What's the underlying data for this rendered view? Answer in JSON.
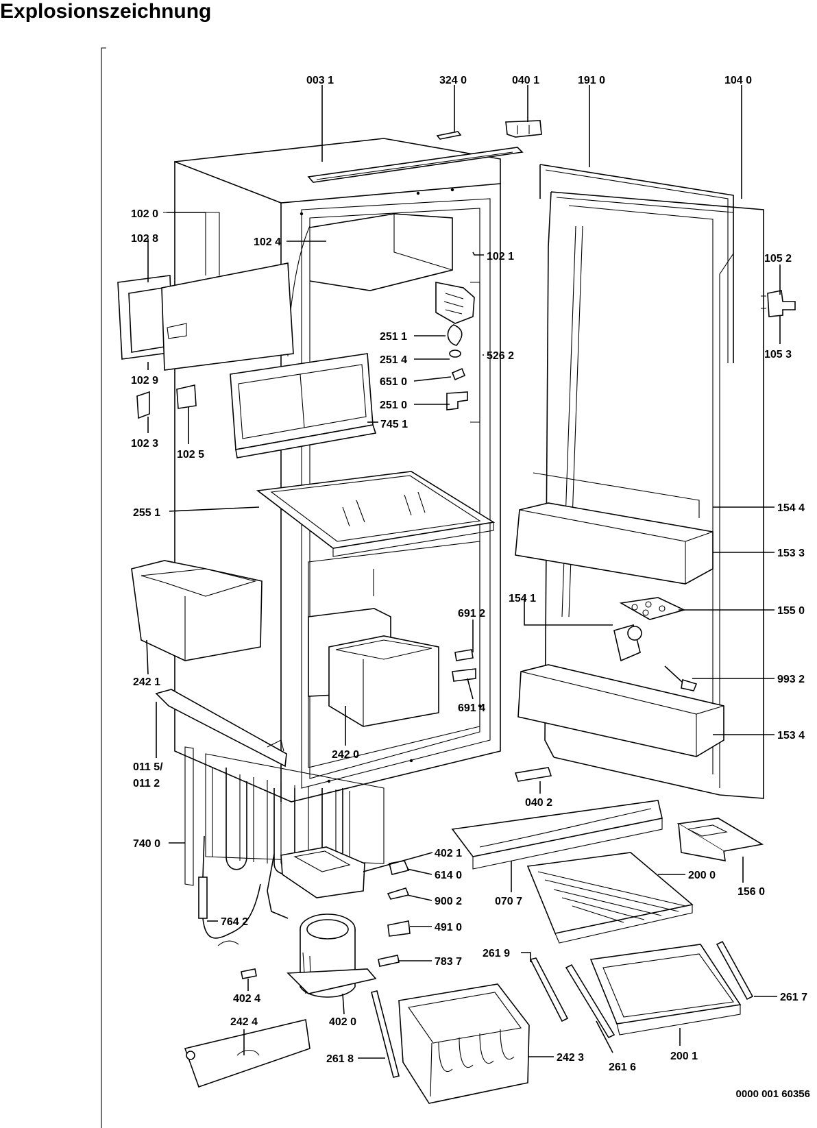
{
  "title": "Explosionszeichnung",
  "doc_number": "0000 001 60356",
  "parts": [
    {
      "id": "part-0031",
      "label": "003 1"
    },
    {
      "id": "part-3240",
      "label": "324 0"
    },
    {
      "id": "part-0401",
      "label": "040 1"
    },
    {
      "id": "part-1910",
      "label": "191 0"
    },
    {
      "id": "part-1040",
      "label": "104 0"
    },
    {
      "id": "part-1020",
      "label": "102 0"
    },
    {
      "id": "part-1028",
      "label": "102 8"
    },
    {
      "id": "part-1024",
      "label": "102 4"
    },
    {
      "id": "part-1021",
      "label": "102 1"
    },
    {
      "id": "part-1052",
      "label": "105 2"
    },
    {
      "id": "part-1053",
      "label": "105 3"
    },
    {
      "id": "part-2511",
      "label": "251 1"
    },
    {
      "id": "part-2514",
      "label": "251 4"
    },
    {
      "id": "part-6510",
      "label": "651 0"
    },
    {
      "id": "part-2510",
      "label": "251 0"
    },
    {
      "id": "part-5262",
      "label": "526 2"
    },
    {
      "id": "part-7451",
      "label": "745  1"
    },
    {
      "id": "part-1029",
      "label": "102 9"
    },
    {
      "id": "part-1023",
      "label": "102 3"
    },
    {
      "id": "part-1025",
      "label": "102 5"
    },
    {
      "id": "part-2551",
      "label": "255 1"
    },
    {
      "id": "part-1544",
      "label": "154 4"
    },
    {
      "id": "part-1533",
      "label": "153 3"
    },
    {
      "id": "part-1541",
      "label": "154 1"
    },
    {
      "id": "part-6912",
      "label": "691 2"
    },
    {
      "id": "part-1550",
      "label": "155 0"
    },
    {
      "id": "part-2421",
      "label": "242 1"
    },
    {
      "id": "part-6914",
      "label": "691 4"
    },
    {
      "id": "part-9932",
      "label": "993 2"
    },
    {
      "id": "part-2420",
      "label": "242 0"
    },
    {
      "id": "part-1534",
      "label": "153 4"
    },
    {
      "id": "part-0115",
      "label": "011 5/"
    },
    {
      "id": "part-0112",
      "label": "011 2"
    },
    {
      "id": "part-0402",
      "label": "040 2"
    },
    {
      "id": "part-7400",
      "label": "740 0"
    },
    {
      "id": "part-4021",
      "label": "402 1"
    },
    {
      "id": "part-6140",
      "label": "614 0"
    },
    {
      "id": "part-2000",
      "label": "200 0"
    },
    {
      "id": "part-1560",
      "label": "156 0"
    },
    {
      "id": "part-9002",
      "label": "900 2"
    },
    {
      "id": "part-0707",
      "label": "070 7"
    },
    {
      "id": "part-7642",
      "label": "764 2"
    },
    {
      "id": "part-4910",
      "label": "491 0"
    },
    {
      "id": "part-7837",
      "label": "783 7"
    },
    {
      "id": "part-2619",
      "label": "261 9"
    },
    {
      "id": "part-4024",
      "label": "402 4"
    },
    {
      "id": "part-2617",
      "label": "261 7"
    },
    {
      "id": "part-4020",
      "label": "402 0"
    },
    {
      "id": "part-2424",
      "label": "242 4"
    },
    {
      "id": "part-2618",
      "label": "261 8"
    },
    {
      "id": "part-2423",
      "label": "242 3"
    },
    {
      "id": "part-2616",
      "label": "261 6"
    },
    {
      "id": "part-2001",
      "label": "200 1"
    }
  ]
}
